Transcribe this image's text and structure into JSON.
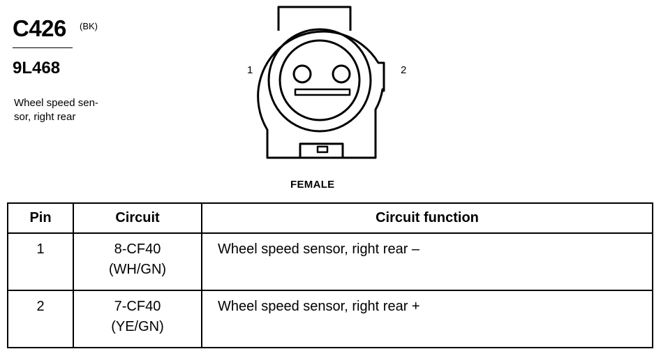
{
  "connector": {
    "id": "C426",
    "color_code": "(BK)",
    "part_number": "9L468",
    "description": "Wheel speed sen-\nsor, right rear",
    "gender": "FEMALE",
    "pin_labels": [
      "1",
      "2"
    ]
  },
  "table": {
    "headers": [
      "Pin",
      "Circuit",
      "Circuit function"
    ],
    "rows": [
      {
        "pin": "1",
        "circuit": "8-CF40",
        "wire_color": "(WH/GN)",
        "function": "Wheel speed sensor, right rear –"
      },
      {
        "pin": "2",
        "circuit": "7-CF40",
        "wire_color": "(YE/GN)",
        "function": "Wheel speed sensor, right rear +"
      }
    ]
  }
}
